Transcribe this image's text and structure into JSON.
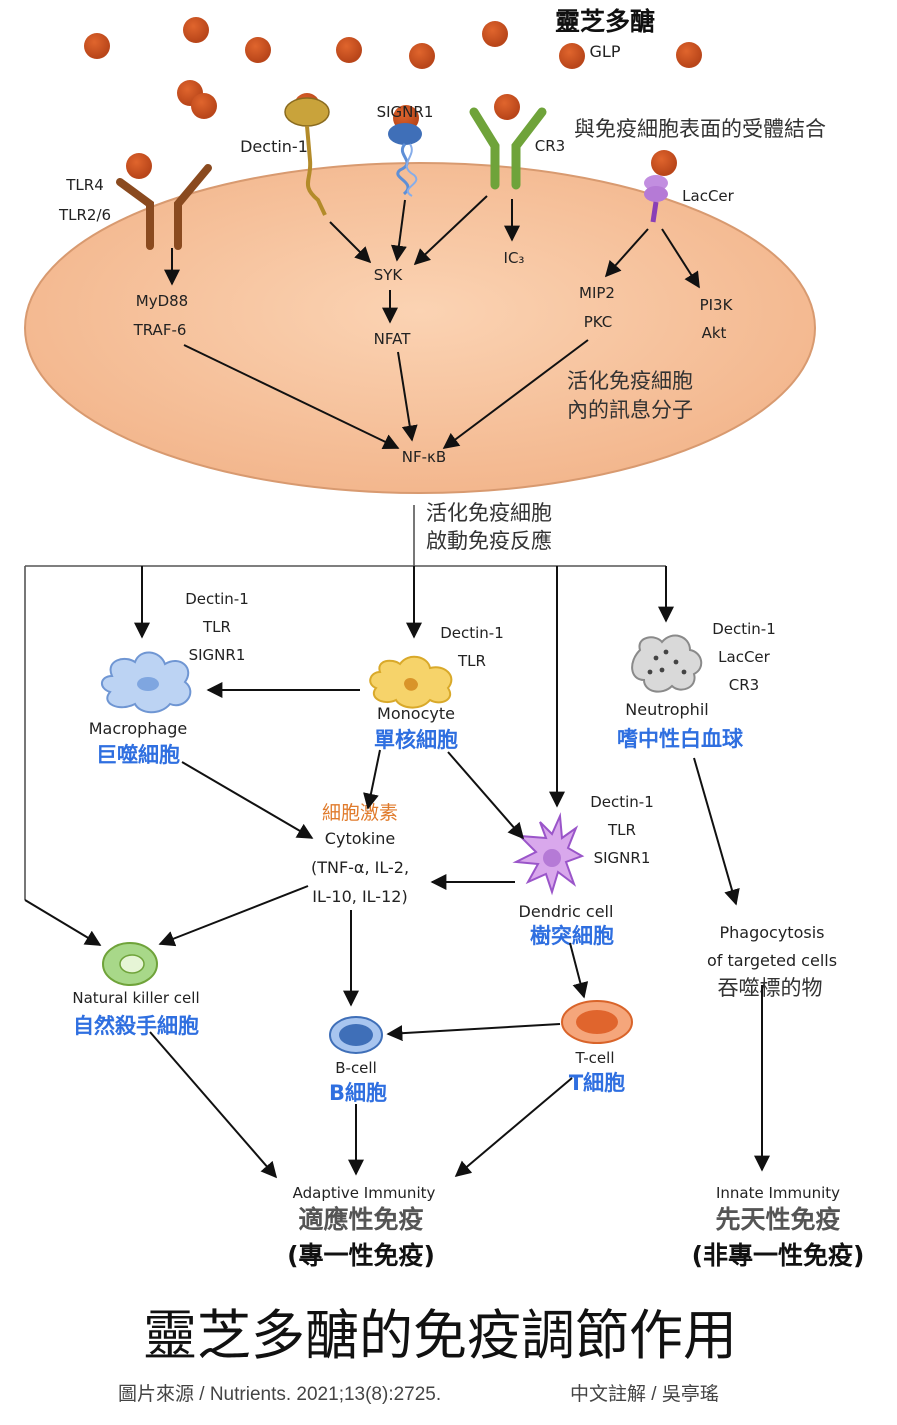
{
  "header": {
    "title_zh": "靈芝多醣",
    "title_abbr": "GLP",
    "binding_note": "與免疫細胞表面的受體結合"
  },
  "receptors": {
    "tlr": [
      "TLR4",
      "TLR2/6"
    ],
    "dectin": "Dectin-1",
    "signr": "SIGNR1",
    "cr3": "CR3",
    "laccer": "LacCer"
  },
  "cell_signals": {
    "myd88": "MyD88",
    "traf6": "TRAF-6",
    "syk": "SYK",
    "nfat": "NFAT",
    "ic3": "IC₃",
    "mip2": "MIP2",
    "pkc": "PKC",
    "pi3k": "PI3K",
    "akt": "Akt",
    "nfkb": "NF-κB",
    "note_line1": "活化免疫細胞",
    "note_line2": "內的訊息分子"
  },
  "activation_note": {
    "line1": "活化免疫細胞",
    "line2": "啟動免疫反應"
  },
  "cells": {
    "macrophage": {
      "receptors": [
        "Dectin-1",
        "TLR",
        "SIGNR1"
      ],
      "en": "Macrophage",
      "zh": "巨噬細胞"
    },
    "monocyte": {
      "receptors": [
        "Dectin-1",
        "TLR"
      ],
      "en": "Monocyte",
      "zh": "單核細胞"
    },
    "neutrophil": {
      "receptors": [
        "Dectin-1",
        "LacCer",
        "CR3"
      ],
      "en": "Neutrophil",
      "zh": "嗜中性白血球"
    },
    "cytokine": {
      "zh": "細胞激素",
      "en": "Cytokine",
      "detail1": "(TNF-α, IL-2,",
      "detail2": "IL-10, IL-12)"
    },
    "dendritic": {
      "receptors": [
        "Dectin-1",
        "TLR",
        "SIGNR1"
      ],
      "en": "Dendric cell",
      "zh": "樹突細胞"
    },
    "phagocytosis": {
      "line1": "Phagocytosis",
      "line2": "of targeted cells",
      "zh": "吞噬標的物"
    },
    "nk": {
      "en": "Natural killer cell",
      "zh": "自然殺手細胞"
    },
    "bcell": {
      "en": "B-cell",
      "zh": "B細胞"
    },
    "tcell": {
      "en": "T-cell",
      "zh": "T細胞"
    }
  },
  "immunity": {
    "adaptive_en": "Adaptive Immunity",
    "adaptive_zh": "適應性免疫",
    "adaptive_sub": "(專一性免疫)",
    "innate_en": "Innate Immunity",
    "innate_zh": "先天性免疫",
    "innate_sub": "(非專一性免疫)"
  },
  "footer": {
    "title": "靈芝多醣的免疫調節作用",
    "source": "圖片來源 / Nutrients. 2021;13(8):2725.",
    "annotation": "中文註解 / 吳亭瑤"
  },
  "colors": {
    "glp_particle": "#c8511c",
    "cell_body": "#f7c49f",
    "cell_border": "#d89a70",
    "tlr_receptor": "#8a4a1f",
    "dectin_receptor": "#c9a33b",
    "signr_receptor": "#3f6fb8",
    "cr3_receptor": "#6fa33a",
    "laccer_receptor": "#9a55c9",
    "label_blue": "#2f6fe0",
    "label_orange": "#e07b2c"
  }
}
